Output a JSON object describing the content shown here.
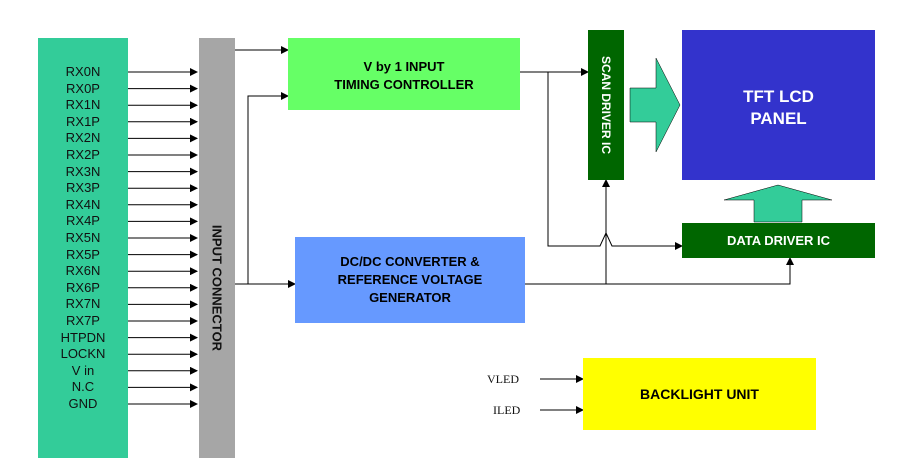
{
  "signals": [
    "RX0N",
    "RX0P",
    "RX1N",
    "RX1P",
    "RX2N",
    "RX2P",
    "RX3N",
    "RX3P",
    "RX4N",
    "RX4P",
    "RX5N",
    "RX5P",
    "RX6N",
    "RX6P",
    "RX7N",
    "RX7P",
    "HTPDN",
    "LOCKN",
    "V in",
    "N.C",
    "GND"
  ],
  "connector": {
    "label": "INPUT CONNECTOR"
  },
  "timing_controller": {
    "line1": "V by 1 INPUT",
    "line2": "TIMING CONTROLLER"
  },
  "dcdc": {
    "line1": "DC/DC CONVERTER &",
    "line2": "REFERENCE VOLTAGE",
    "line3": "GENERATOR"
  },
  "scan_driver": {
    "label": "SCAN DRIVER IC"
  },
  "panel": {
    "line1": "TFT LCD",
    "line2": "PANEL"
  },
  "data_driver": {
    "label": "DATA DRIVER IC"
  },
  "backlight": {
    "label": "BACKLIGHT UNIT"
  },
  "backlight_inputs": [
    "VLED",
    "ILED"
  ],
  "colors": {
    "signal_list": "#33cc99",
    "connector": "#a6a6a6",
    "timing_controller": "#66ff66",
    "dcdc": "#6699ff",
    "panel": "#3333cc",
    "driver_ic": "#006600",
    "backlight": "#ffff00",
    "data_arrow": "#33cc99"
  }
}
